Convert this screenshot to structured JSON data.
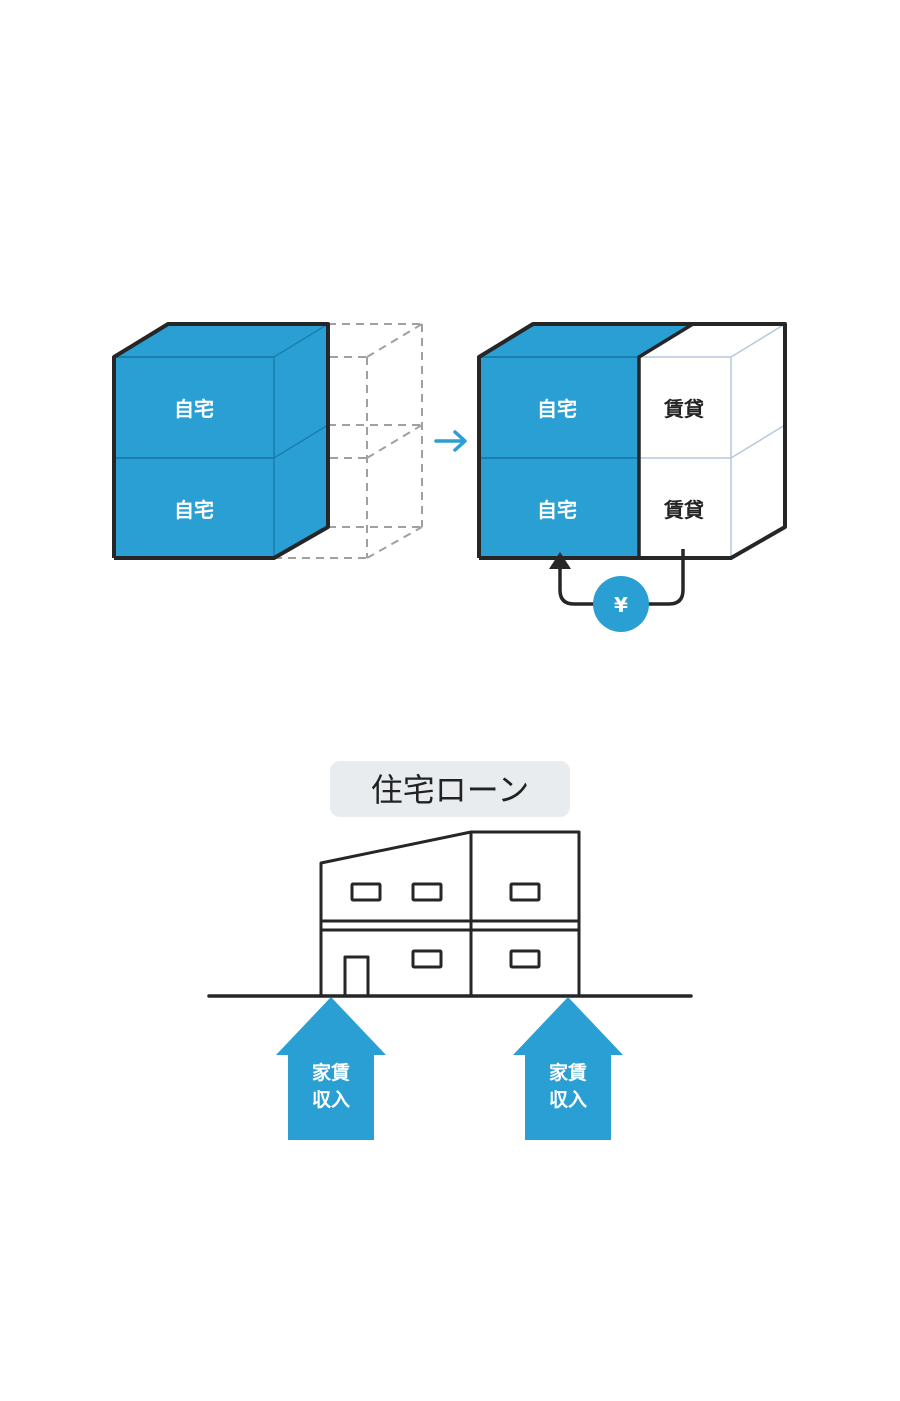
{
  "colors": {
    "blue": "#2a9fd3",
    "outline": "#262626",
    "dashed": "#a0a0a0",
    "light_edge": "#b6c8dc",
    "label_bg": "#e9ecee"
  },
  "before_block": {
    "units": [
      "自宅",
      "自宅"
    ]
  },
  "transition_arrow": "→",
  "after_block": {
    "owner_units": [
      "自宅",
      "自宅"
    ],
    "rental_units": [
      "賃貸",
      "賃貸"
    ],
    "money_badge": "¥"
  },
  "house_section": {
    "title": "住宅ローン",
    "income_arrows": [
      {
        "line1": "家賃",
        "line2": "収入"
      },
      {
        "line1": "家賃",
        "line2": "収入"
      }
    ]
  }
}
